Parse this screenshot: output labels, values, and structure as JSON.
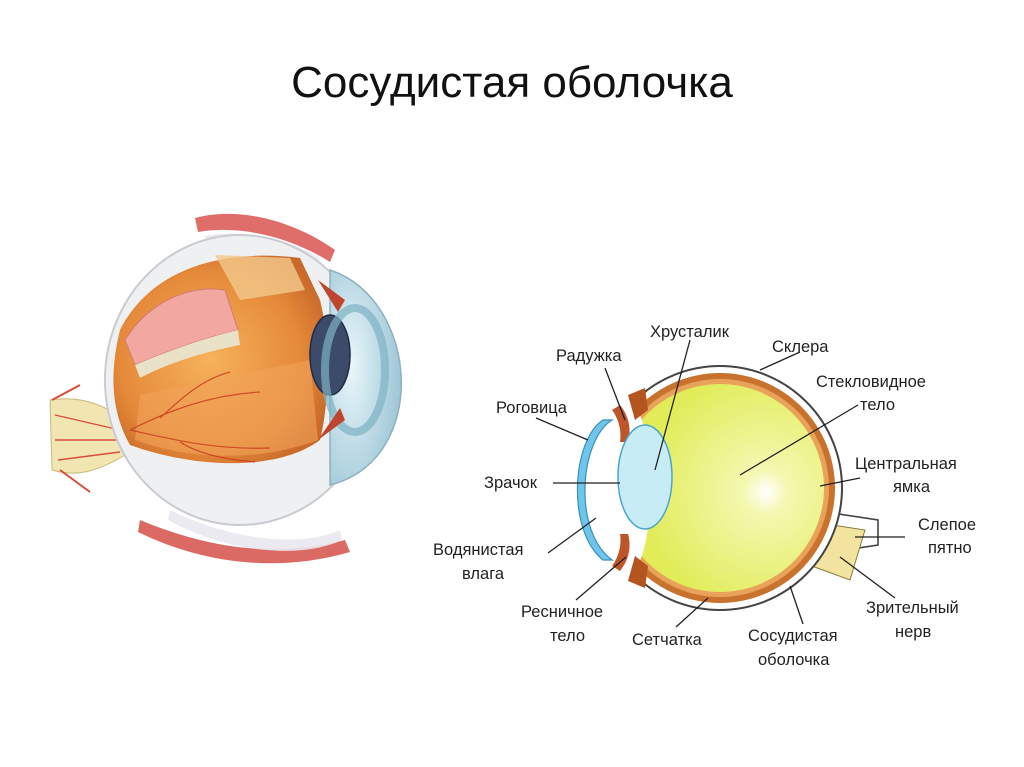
{
  "slide": {
    "title": "Сосудистая оболочка"
  },
  "labels": {
    "lens": "Хрусталик",
    "sclera": "Склера",
    "iris": "Радужка",
    "vitreous_1": "Стекловидное",
    "vitreous_2": "тело",
    "cornea": "Роговица",
    "fovea_1": "Центральная",
    "fovea_2": "ямка",
    "pupil": "Зрачок",
    "blind_spot_1": "Слепое",
    "blind_spot_2": "пятно",
    "aqueous_1": "Водянистая",
    "aqueous_2": "влага",
    "optic_nerve_1": "Зрительный",
    "optic_nerve_2": "нерв",
    "ciliary_1": "Ресничное",
    "ciliary_2": "тело",
    "retina": "Сетчатка",
    "choroid_1": "Сосудистая",
    "choroid_2": "оболочка"
  },
  "colors": {
    "vitreous": "#e4ee5c",
    "choroid": "#c8722e",
    "sclera": "#ffffff",
    "cornea": "#8fd4ee",
    "lens": "#c7ecf6",
    "optic_nerve": "#f2e3a0"
  }
}
